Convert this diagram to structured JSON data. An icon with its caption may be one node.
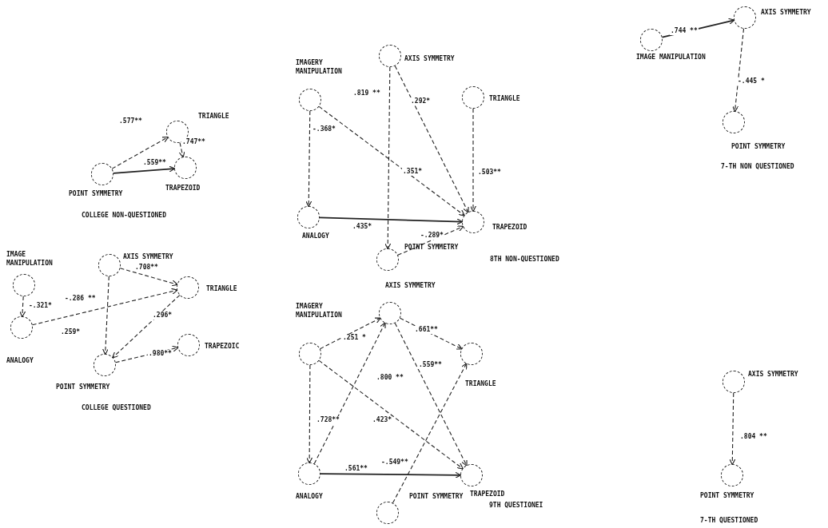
{
  "diagram": {
    "nodes": [
      {
        "text": [
          "TRIANGLE"
        ]
      },
      {
        "text": [
          "POINT SYMMETRY"
        ]
      },
      {
        "text": [
          "TRAPEZOID"
        ]
      },
      {
        "text": [
          "IMAGE MANIPULATION"
        ]
      },
      {
        "text": [
          "AXIS SYMMETRY"
        ]
      },
      {
        "text": [
          "TRIANGLE"
        ]
      },
      {
        "text": [
          "ANALOGY"
        ]
      },
      {
        "text": [
          "POINT SYMMETRY"
        ]
      },
      {
        "text": [
          "TRAPEZOIC"
        ]
      },
      {
        "text": [
          "IMAGERY MANIPULATION"
        ]
      },
      {
        "text": [
          "AXIS SYMMETRY"
        ]
      },
      {
        "text": [
          "TRIANGLE"
        ]
      },
      {
        "text": [
          "ANALOGY"
        ]
      },
      {
        "text": [
          "TRAPEZOID"
        ]
      },
      {
        "text": [
          "POINT SYMMETRY"
        ]
      },
      {
        "text": [
          "IMAGERY MANIPULATION"
        ]
      },
      {
        "text": [
          "AXIS SYMMETRY"
        ]
      },
      {
        "text": [
          "TRIANGLE"
        ]
      },
      {
        "text": [
          "ANALOGY"
        ]
      },
      {
        "text": [
          "TRAPEZOID"
        ]
      },
      {
        "text": [
          "POINT SYMMETRY"
        ]
      },
      {
        "text": [
          "AXIS SYMMETRY"
        ]
      },
      {
        "text": [
          "IMAGE MANIPULATION"
        ]
      },
      {
        "text": [
          "POINT SYMMETRY"
        ]
      },
      {
        "text": [
          "AXIS SYMMETRY"
        ]
      },
      {
        "text": [
          "POINT SYMMETRY"
        ]
      }
    ],
    "edges": [
      {
        "from": 1,
        "to": 0,
        "arrow": "to",
        "label": ".577**",
        "style": "dashed"
      },
      {
        "from": 0,
        "to": 2,
        "arrow": "to",
        "label": ".747**",
        "style": "dashed"
      },
      {
        "from": 1,
        "to": 2,
        "arrow": "to",
        "label": ".559**"
      },
      {
        "from": 3,
        "to": 6,
        "arrow": "to",
        "label": "-.321*",
        "style": "dashed"
      },
      {
        "from": 4,
        "to": 5,
        "arrow": "to",
        "label": ".708**",
        "style": "dashed"
      },
      {
        "from": 4,
        "to": 7,
        "arrow": "to",
        "label": "-.286 **",
        "style": "dashed"
      },
      {
        "from": 6,
        "to": 5,
        "arrow": "to",
        "label": ".259*",
        "style": "dashed"
      },
      {
        "from": 5,
        "to": 7,
        "arrow": "to",
        "label": ".296*",
        "style": "dashed"
      },
      {
        "from": 7,
        "to": 8,
        "arrow": "to",
        "label": ".980**",
        "style": "dashed"
      },
      {
        "from": 9,
        "to": 12,
        "arrow": "to",
        "label": "-.368*",
        "style": "dashed"
      },
      {
        "from": 9,
        "to": 13,
        "arrow": "to",
        "label": ".351*",
        "style": "dashed"
      },
      {
        "from": 10,
        "to": 14,
        "arrow": "to",
        "label": ".819 **",
        "style": "dashed"
      },
      {
        "from": 10,
        "to": 13,
        "arrow": "to",
        "label": ".292*",
        "style": "dashed"
      },
      {
        "from": 11,
        "to": 13,
        "arrow": "to",
        "label": ".503**",
        "style": "dashed"
      },
      {
        "from": 12,
        "to": 13,
        "arrow": "to",
        "label": ".435*"
      },
      {
        "from": 14,
        "to": 13,
        "arrow": "to",
        "label": "-.289*",
        "style": "dashed"
      },
      {
        "from": 15,
        "to": 16,
        "arrow": "to",
        "label": ".251 *",
        "style": "dashed"
      },
      {
        "from": 16,
        "to": 17,
        "arrow": "to",
        "label": ".661**",
        "style": "dashed"
      },
      {
        "from": 18,
        "to": 16,
        "arrow": "to",
        "label": ".800 **",
        "style": "dashed"
      },
      {
        "from": 16,
        "to": 19,
        "arrow": "to",
        "label": ".559**",
        "style": "dashed"
      },
      {
        "from": 15,
        "to": 18,
        "arrow": "to",
        "label": ".728**",
        "style": "dashed"
      },
      {
        "from": 15,
        "to": 19,
        "arrow": "to",
        "label": ".423*",
        "style": "dashed"
      },
      {
        "from": 18,
        "to": 19,
        "arrow": "to",
        "label": ".561**"
      },
      {
        "from": 20,
        "to": 17,
        "arrow": "to",
        "label": "-.549**",
        "style": "dashed"
      },
      {
        "from": 22,
        "to": 21,
        "arrow": "to",
        "label": ".744 **"
      },
      {
        "from": 21,
        "to": 23,
        "arrow": "to",
        "label": "-.445 *",
        "style": "dashed"
      },
      {
        "from": 24,
        "to": 25,
        "arrow": "to",
        "label": ".804 **",
        "style": "dashed"
      }
    ],
    "labels": [
      "COLLEGE NON-QUESTIONED",
      "COLLEGE QUESTIONED",
      "8TH NON-QUESTIONED",
      "9TH QUESTIONEI",
      "7-TH NON QUESTIONED",
      "7-TH QUESTIONED"
    ]
  }
}
